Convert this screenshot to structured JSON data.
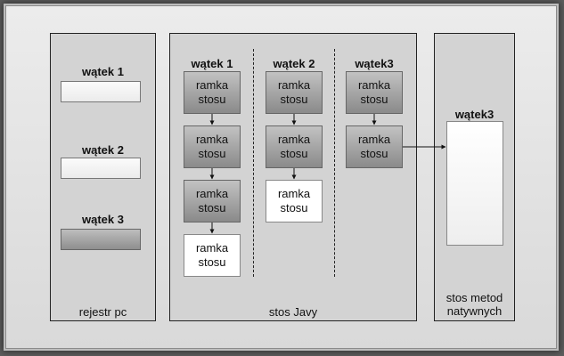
{
  "pc_registers": {
    "caption": "rejestr pc",
    "threads": [
      {
        "label": "wątek 1"
      },
      {
        "label": "wątek 2"
      },
      {
        "label": "wątek 3"
      }
    ]
  },
  "java_stack": {
    "caption": "stos Javy",
    "threads": [
      {
        "label": "wątek 1",
        "frames": [
          "ramka\nstosu",
          "ramka\nstosu",
          "ramka\nstosu",
          "ramka\nstosu"
        ]
      },
      {
        "label": "wątek 2",
        "frames": [
          "ramka\nstosu",
          "ramka\nstosu",
          "ramka\nstosu"
        ]
      },
      {
        "label": "wątek3",
        "frames": [
          "ramka\nstosu",
          "ramka\nstosu"
        ]
      }
    ]
  },
  "native_stack": {
    "caption": "stos metod\nnatywnych",
    "thread_label": "wątek3"
  },
  "colors": {
    "background": "#5e5e5e",
    "panel": "#d3d3d3",
    "active_frame": "#9a9a9a",
    "top_frame": "#ffffff"
  }
}
